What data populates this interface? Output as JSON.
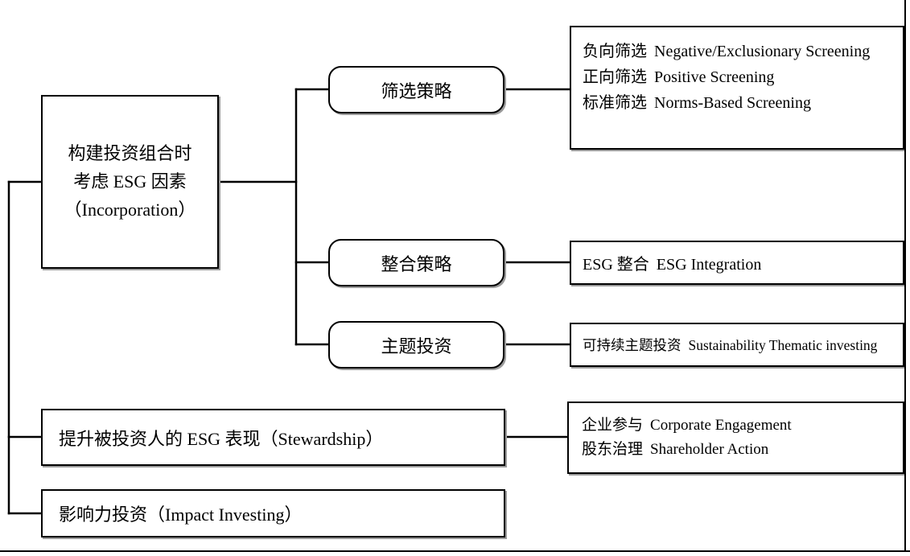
{
  "diagram": {
    "title": "ESG investing approaches taxonomy",
    "line_color": "#000000",
    "box_fill": "#ffffff",
    "nodes": {
      "incorporation": {
        "line1": "构建投资组合时",
        "line2": "考虑 ESG 因素",
        "line3": "（Incorporation）"
      },
      "screening_strategy": {
        "label": "筛选策略"
      },
      "integration_strategy": {
        "label": "整合策略"
      },
      "thematic_strategy": {
        "label": "主题投资"
      },
      "screening_detail": {
        "row1_zh": "负向筛选",
        "row1_en": "Negative/Exclusionary Screening",
        "row2_zh": "正向筛选",
        "row2_en": "Positive Screening",
        "row3_zh": "标准筛选",
        "row3_en": "Norms-Based Screening"
      },
      "integration_detail": {
        "zh": "ESG 整合",
        "en": "ESG Integration"
      },
      "thematic_detail": {
        "zh": "可持续主题投资",
        "en": "Sustainability Thematic investing"
      },
      "stewardship": {
        "label": "提升被投资人的 ESG 表现（Stewardship）"
      },
      "stewardship_detail": {
        "row1_zh": "企业参与",
        "row1_en": "Corporate Engagement",
        "row2_zh": "股东治理",
        "row2_en": "Shareholder Action"
      },
      "impact": {
        "label": "影响力投资（Impact Investing）"
      }
    }
  }
}
